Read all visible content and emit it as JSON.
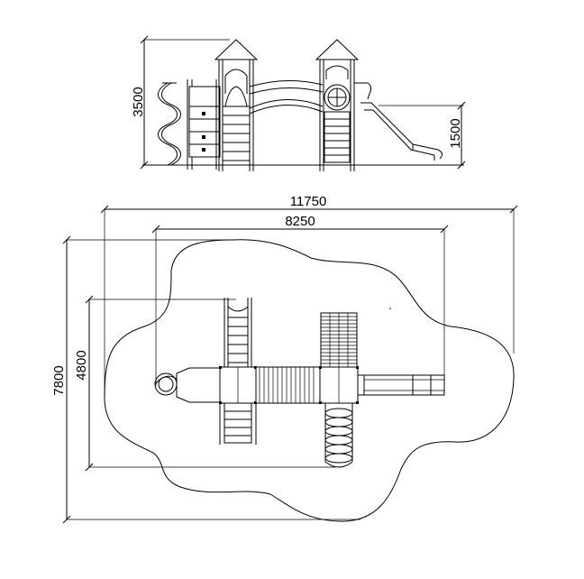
{
  "elevation": {
    "height_dim": "3500",
    "slide_height_dim": "1500"
  },
  "plan": {
    "overall_width_dim": "11750",
    "equipment_width_dim": "8250",
    "overall_depth_dim": "7800",
    "equipment_depth_dim": "4800"
  },
  "colors": {
    "line": "#000000",
    "background": "#ffffff"
  }
}
